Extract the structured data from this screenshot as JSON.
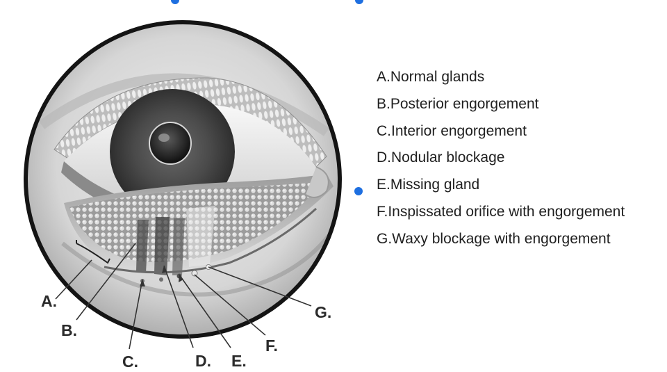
{
  "diagram": {
    "callouts": [
      {
        "id": "A",
        "label": "A."
      },
      {
        "id": "B",
        "label": "B."
      },
      {
        "id": "C",
        "label": "C."
      },
      {
        "id": "D",
        "label": "D."
      },
      {
        "id": "E",
        "label": "E."
      },
      {
        "id": "F",
        "label": "F."
      },
      {
        "id": "G",
        "label": "G."
      }
    ],
    "legend": [
      "A.Normal glands",
      "B.Posterior engorgement",
      "C.Interior engorgement",
      "D.Nodular blockage",
      "E.Missing gland",
      "F.Inspissated orifice with engorgement",
      "G.Waxy blockage with engorgement"
    ],
    "colors": {
      "selection_handle": "#1e6fe0",
      "ring": "#141414",
      "text": "#1f1f1f"
    }
  }
}
